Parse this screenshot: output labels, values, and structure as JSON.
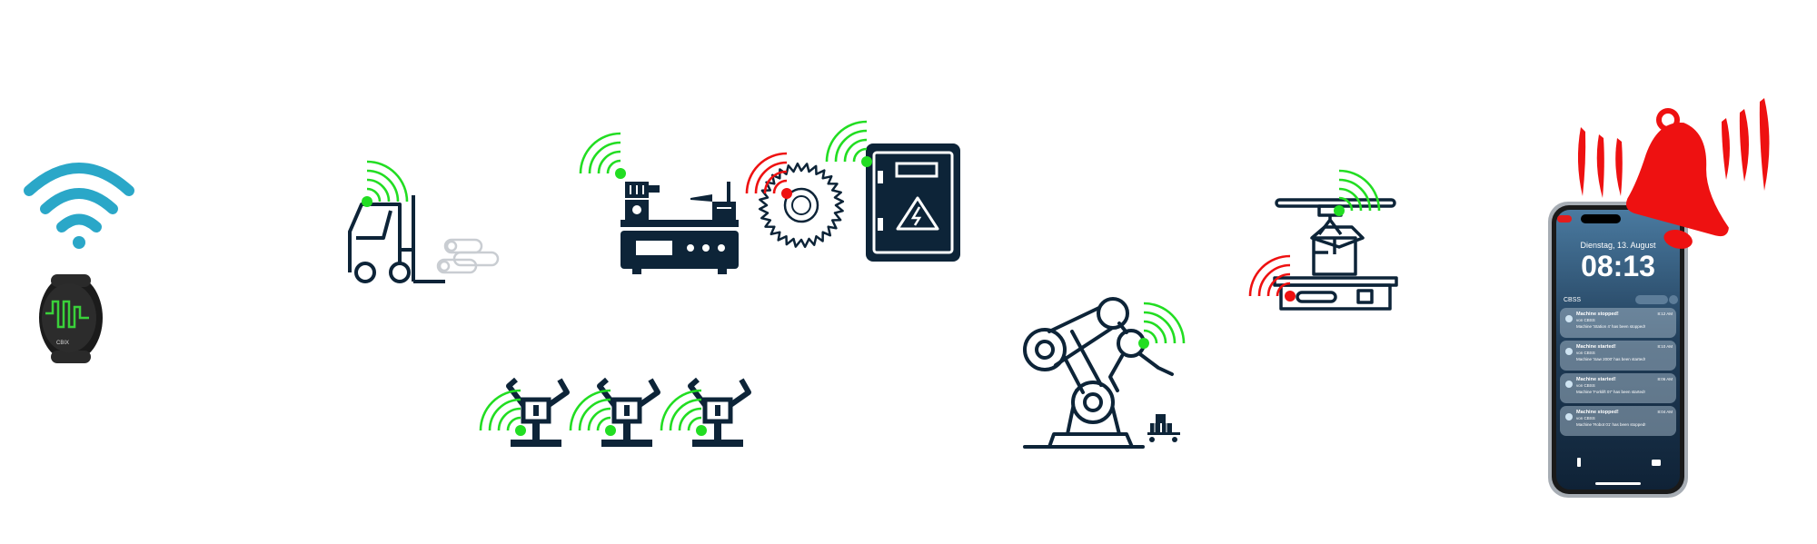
{
  "colors": {
    "navy": "#0d2438",
    "ok_green": "#22dd22",
    "alert_red": "#ee1111",
    "wifi_blue": "#2aa7c8",
    "sensor_green": "#3ad13a",
    "phone_bg": "#2b4a66"
  },
  "sensor": {
    "brand": "CBIX"
  },
  "phone": {
    "date": "Dienstag, 13. August",
    "time": "08:13",
    "app_name": "CBSS",
    "notifications": [
      {
        "title": "Machine stopped!",
        "source": "von CBSS",
        "body": "Machine 'Station 4' has been stopped!",
        "time": "8:12 AM"
      },
      {
        "title": "Machine started!",
        "source": "von CBSS",
        "body": "Machine 'Saw 2000' has been started!",
        "time": "8:10 AM"
      },
      {
        "title": "Machine started!",
        "source": "von CBSS",
        "body": "Machine 'Forklift 07' has been started!",
        "time": "8:06 AM"
      },
      {
        "title": "Machine stopped!",
        "source": "von CBSS",
        "body": "Machine 'Robot 01' has been stopped!",
        "time": "8:04 AM"
      }
    ]
  },
  "machines": [
    {
      "icon": "forklift-icon",
      "status": "running"
    },
    {
      "icon": "lathe-icon",
      "status": "running"
    },
    {
      "icon": "circular-saw-icon",
      "status": "stopped"
    },
    {
      "icon": "electrical-cabinet-icon",
      "status": "running"
    },
    {
      "icon": "gripper-icon",
      "status": "running"
    },
    {
      "icon": "gripper-icon",
      "status": "running"
    },
    {
      "icon": "gripper-icon",
      "status": "running"
    },
    {
      "icon": "robot-arm-icon",
      "status": "running"
    },
    {
      "icon": "overhead-crane-icon",
      "status": "running"
    },
    {
      "icon": "conveyor-table-icon",
      "status": "stopped"
    }
  ]
}
